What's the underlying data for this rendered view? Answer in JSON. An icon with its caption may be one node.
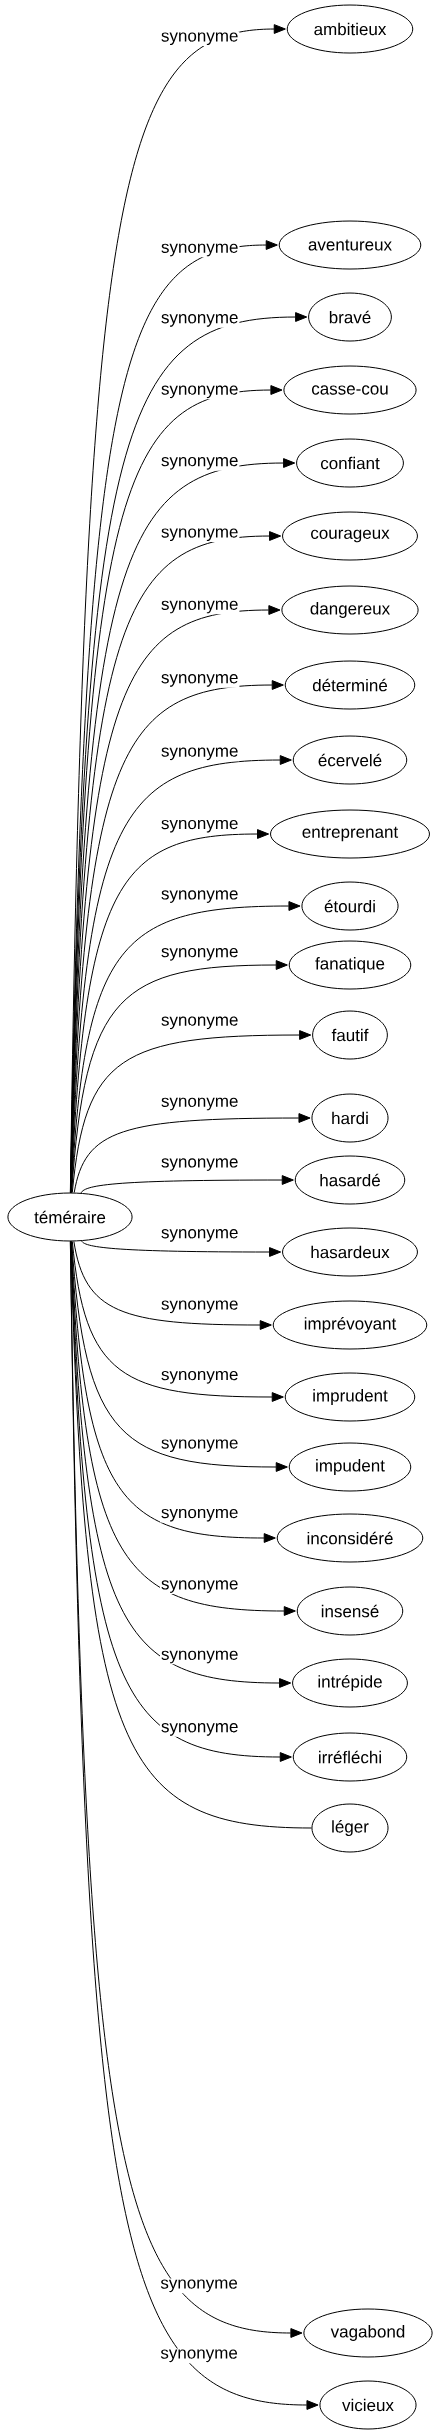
{
  "diagram": {
    "nodes": [
      {
        "text": [
          "téméraire"
        ]
      },
      {
        "text": [
          "ambitieux"
        ]
      },
      {
        "text": [
          "aventureux"
        ]
      },
      {
        "text": [
          "bravé"
        ]
      },
      {
        "text": [
          "casse-cou"
        ]
      },
      {
        "text": [
          "confiant"
        ]
      },
      {
        "text": [
          "courageux"
        ]
      },
      {
        "text": [
          "dangereux"
        ]
      },
      {
        "text": [
          "déterminé"
        ]
      },
      {
        "text": [
          "écervelé"
        ]
      },
      {
        "text": [
          "entreprenant"
        ]
      },
      {
        "text": [
          "étourdi"
        ]
      },
      {
        "text": [
          "fanatique"
        ]
      },
      {
        "text": [
          "fautif"
        ]
      },
      {
        "text": [
          "hardi"
        ]
      },
      {
        "text": [
          "hasardé"
        ]
      },
      {
        "text": [
          "hasardeux"
        ]
      },
      {
        "text": [
          "imprévoyant"
        ]
      },
      {
        "text": [
          "imprudent"
        ]
      },
      {
        "text": [
          "impudent"
        ]
      },
      {
        "text": [
          "inconsidéré"
        ]
      },
      {
        "text": [
          "insensé"
        ]
      },
      {
        "text": [
          "intrépide"
        ]
      },
      {
        "text": [
          "irréfléchi"
        ]
      },
      {
        "text": [
          "léger"
        ]
      },
      {
        "text": [
          "vagabond"
        ]
      },
      {
        "text": [
          "vicieux"
        ]
      }
    ],
    "edges": [
      {
        "from": 0,
        "to": 1,
        "arrow": "to",
        "label": "synonyme"
      },
      {
        "from": 0,
        "to": 2,
        "arrow": "to",
        "label": "synonyme"
      },
      {
        "from": 0,
        "to": 3,
        "arrow": "to",
        "label": "synonyme"
      },
      {
        "from": 0,
        "to": 4,
        "arrow": "to",
        "label": "synonyme"
      },
      {
        "from": 0,
        "to": 5,
        "arrow": "to",
        "label": "synonyme"
      },
      {
        "from": 0,
        "to": 6,
        "arrow": "to",
        "label": "synonyme"
      },
      {
        "from": 0,
        "to": 7,
        "arrow": "to",
        "label": "synonyme"
      },
      {
        "from": 0,
        "to": 8,
        "arrow": "to",
        "label": "synonyme"
      },
      {
        "from": 0,
        "to": 9,
        "arrow": "to",
        "label": "synonyme"
      },
      {
        "from": 0,
        "to": 10,
        "arrow": "to",
        "label": "synonyme"
      },
      {
        "from": 0,
        "to": 11,
        "arrow": "to",
        "label": "synonyme"
      },
      {
        "from": 0,
        "to": 12,
        "arrow": "to",
        "label": "synonyme"
      },
      {
        "from": 0,
        "to": 13,
        "arrow": "to",
        "label": "synonyme"
      },
      {
        "from": 0,
        "to": 14,
        "arrow": "to",
        "label": "synonyme"
      },
      {
        "from": 0,
        "to": 15,
        "arrow": "to",
        "label": "synonyme"
      },
      {
        "from": 0,
        "to": 16,
        "arrow": "to",
        "label": "synonyme"
      },
      {
        "from": 0,
        "to": 17,
        "arrow": "to",
        "label": "synonyme"
      },
      {
        "from": 0,
        "to": 18,
        "arrow": "to",
        "label": "synonyme"
      },
      {
        "from": 0,
        "to": 19,
        "arrow": "to",
        "label": "synonyme"
      },
      {
        "from": 0,
        "to": 20,
        "arrow": "to",
        "label": "synonyme"
      },
      {
        "from": 0,
        "to": 21,
        "arrow": "to",
        "label": "synonyme"
      },
      {
        "from": 0,
        "to": 22,
        "arrow": "to",
        "label": "synonyme"
      },
      {
        "from": 0,
        "to": 23,
        "arrow": "to",
        "label": "synonyme"
      },
      {
        "from": 0,
        "to": 24,
        "arrow": "none"
      },
      {
        "from": 0,
        "to": 25,
        "arrow": "to",
        "label": "synonyme"
      },
      {
        "from": 0,
        "to": 26,
        "arrow": "to",
        "label": "synonyme"
      }
    ]
  }
}
